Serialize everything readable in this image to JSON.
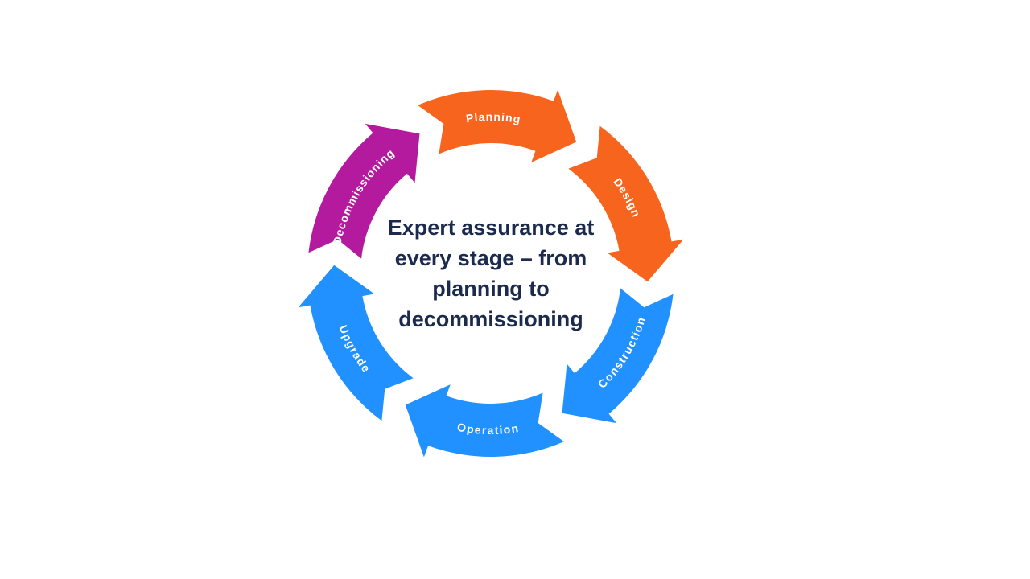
{
  "page": {
    "background_color": "#ffffff"
  },
  "diagram": {
    "type": "circular-lifecycle",
    "flow": "clockwise",
    "label_text_color": "#ffffff",
    "center_text": {
      "color": "#1B2A4D",
      "lines": [
        "Expert assurance at",
        "every stage – from",
        "planning to",
        "decommissioning"
      ]
    },
    "segments": [
      {
        "label": "Planning",
        "color": "#F7641E"
      },
      {
        "label": "Design",
        "color": "#F7641E"
      },
      {
        "label": "Construction",
        "color": "#2191FF"
      },
      {
        "label": "Operation",
        "color": "#2191FF"
      },
      {
        "label": "Upgrade",
        "color": "#2191FF"
      },
      {
        "label": "Decommissioning",
        "color": "#B31A9E"
      }
    ]
  }
}
